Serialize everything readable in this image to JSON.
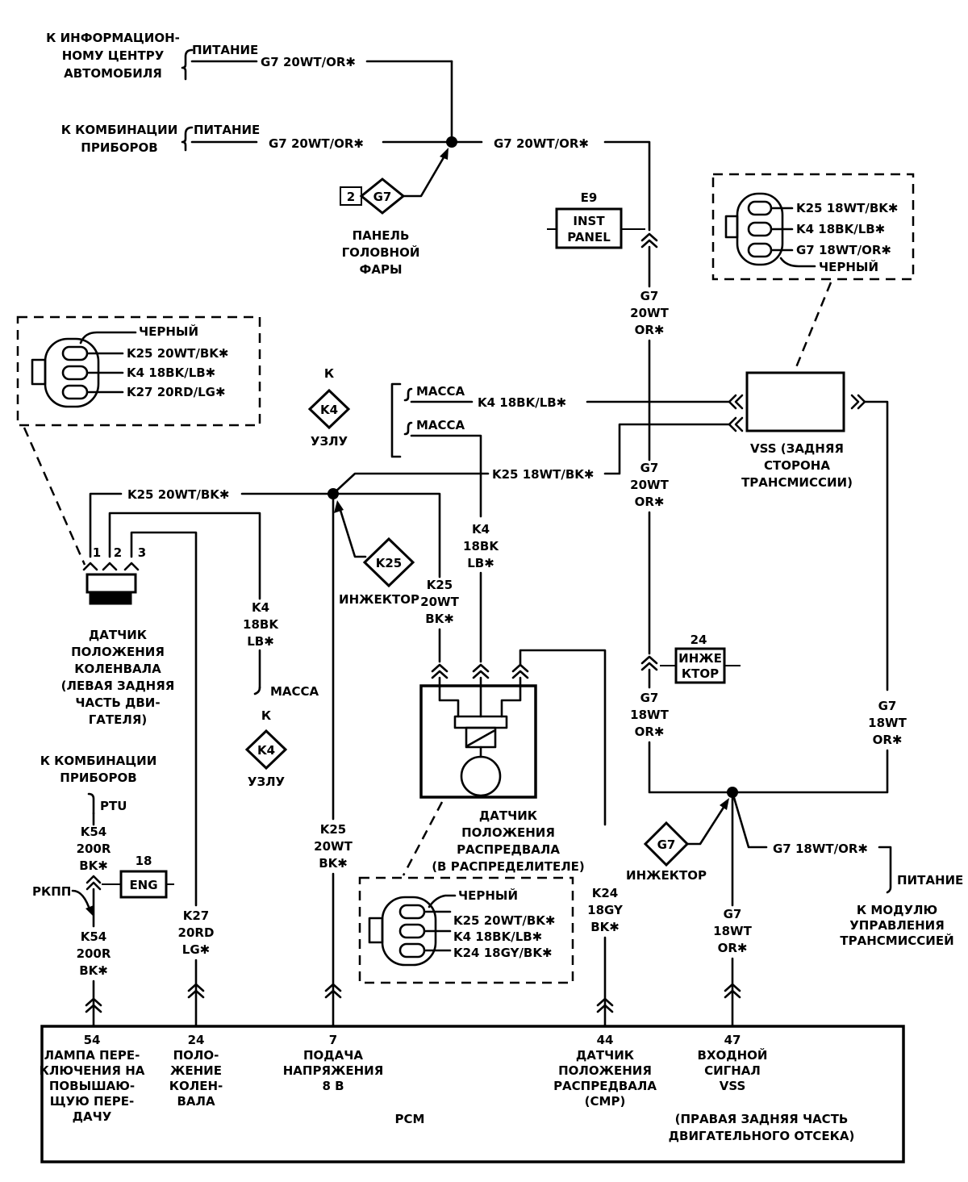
{
  "labels": {
    "info_center": [
      "К ИНФОРМАЦИОН-",
      "НОМУ ЦЕНТРУ",
      "АВТОМОБИЛЯ"
    ],
    "cluster_top": [
      "К КОМБИНАЦИИ",
      "ПРИБОРОВ"
    ],
    "power": "ПИТАНИЕ",
    "g7_20wt_or": "G7 20WT/OR✱",
    "headlamp_panel": [
      "ПАНЕЛЬ",
      "ГОЛОВНОЙ",
      "ФАРЫ"
    ],
    "headlamp_pin": "2",
    "headlamp_splice": "G7",
    "e9_title": "E9",
    "inst_panel": [
      "INST",
      "PANEL"
    ],
    "g7_vertical_1": [
      "G7",
      "20WT",
      "OR✱"
    ],
    "g7_vertical_2": [
      "G7",
      "20WT",
      "OR✱"
    ],
    "g7_vertical_3": [
      "G7",
      "18WT",
      "OR✱"
    ],
    "g7_vertical_right": [
      "G7",
      "18WT",
      "OR✱"
    ],
    "g7_vertical_bottom": [
      "G7",
      "18WT",
      "OR✱"
    ],
    "vss_connector": [
      "K25 18WT/BK✱",
      "K4 18BK/LB✱",
      "G7 18WT/OR✱",
      "ЧЕРНЫЙ"
    ],
    "ckp_connector": [
      "ЧЕРНЫЙ",
      "K25 20WT/BK✱",
      "K4 18BK/LB✱",
      "K27 20RD/LG✱"
    ],
    "k_label": "К",
    "k4_splice": "K4",
    "node_label": "УЗЛУ",
    "ground": "МАССА",
    "k4_18bk_lb": "K4 18BK/LB✱",
    "k25_18wt_bk": "K25 18WT/BK✱",
    "vss_label": [
      "VSS (ЗАДНЯЯ",
      "СТОРОНА",
      "ТРАНСМИССИИ)"
    ],
    "k25_20wt_bk": "K25 20WT/BK✱",
    "k25_splice": "K25",
    "injector": "ИНЖЕКТОР",
    "k4_vertical": [
      "K4",
      "18BK",
      "LB✱"
    ],
    "k25_vertical": [
      "K25",
      "20WT",
      "BK✱"
    ],
    "k4_left_vertical": [
      "K4",
      "18BK",
      "LB✱"
    ],
    "pins": [
      "1",
      "2",
      "3"
    ],
    "ckp_label": [
      "ДАТЧИК",
      "ПОЛОЖЕНИЯ",
      "КОЛЕНВАЛА",
      "(ЛЕВАЯ ЗАДНЯЯ",
      "ЧАСТЬ ДВИ-",
      "ГАТЕЛЯ)"
    ],
    "inj24_num": "24",
    "inj24_box": [
      "ИНЖЕ",
      "КТОР"
    ],
    "cluster_bottom": [
      "К КОМБИНАЦИИ",
      "ПРИБОРОВ"
    ],
    "ptu": "PTU",
    "k54_top": [
      "K54",
      "200R",
      "BK✱"
    ],
    "eng_num": "18",
    "eng_box": "ENG",
    "rkpp": "РКПП",
    "k54_bottom": [
      "K54",
      "200R",
      "BK✱"
    ],
    "k27_vertical": [
      "K27",
      "20RD",
      "LG✱"
    ],
    "k25_left_vertical": [
      "K25",
      "20WT",
      "BK✱"
    ],
    "cmp_label": [
      "ДАТЧИК",
      "ПОЛОЖЕНИЯ",
      "РАСПРЕДВАЛА",
      "(В РАСПРЕДЕЛИТЕЛЕ)"
    ],
    "cmp_connector": [
      "ЧЕРНЫЙ",
      "K25 20WT/BK✱",
      "K4 18BK/LB✱",
      "K24 18GY/BK✱"
    ],
    "k24_vertical": [
      "K24",
      "18GY",
      "BK✱"
    ],
    "g7_splice_bottom": "G7",
    "g7_18wt_or": "G7 18WT/OR✱",
    "tcm": [
      "К МОДУЛЮ",
      "УПРАВЛЕНИЯ",
      "ТРАНСМИССИЕЙ"
    ],
    "pcm_pins": [
      {
        "num": "54",
        "text": [
          "ЛАМПА ПЕРЕ-",
          "КЛЮЧЕНИЯ НА",
          "ПОВЫШАЮ-",
          "ЩУЮ ПЕРЕ-",
          "ДАЧУ"
        ]
      },
      {
        "num": "24",
        "text": [
          "ПОЛО-",
          "ЖЕНИЕ",
          "КОЛЕН-",
          "ВАЛА"
        ]
      },
      {
        "num": "7",
        "text": [
          "ПОДАЧА",
          "НАПРЯЖЕНИЯ",
          "8 В"
        ]
      },
      {
        "num": "44",
        "text": [
          "ДАТЧИК",
          "ПОЛОЖЕНИЯ",
          "РАСПРЕДВАЛА",
          "(CMP)"
        ]
      },
      {
        "num": "47",
        "text": [
          "ВХОДНОЙ",
          "СИГНАЛ",
          "VSS"
        ]
      }
    ],
    "pcm": "PCM",
    "pcm_note": [
      "(ПРАВАЯ ЗАДНЯЯ ЧАСТЬ",
      "ДВИГАТЕЛЬНОГО ОТСЕКА)"
    ]
  }
}
